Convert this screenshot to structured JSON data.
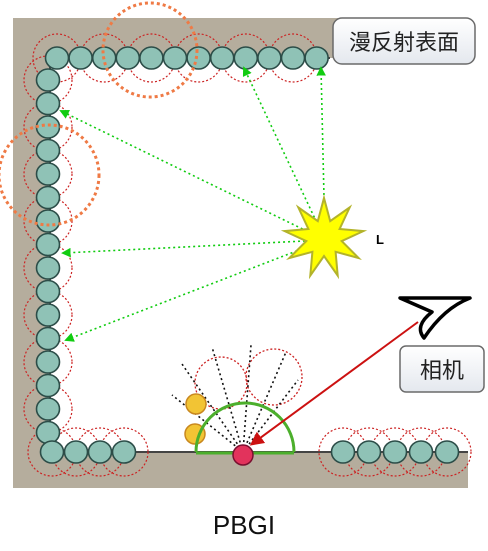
{
  "labels": {
    "surface": "漫反射表面",
    "light": "L",
    "camera": "相机",
    "caption": "PBGI"
  },
  "icons": {
    "light": "star-burst-icon",
    "camera": "eye-icon"
  },
  "colors": {
    "wall": "#b5ad9d",
    "bead_fill": "#8fc2b6",
    "bead_stroke": "#2c4d48",
    "cluster_ring": "#cc2222",
    "large_cluster": "#ef7a45",
    "light_fill": "#ffff00",
    "light_stroke": "#b3b32a",
    "rays": "#11cc11",
    "camera_ray": "#cc1111",
    "hemisphere": "#4caf2c",
    "shade_point": "#e2335c",
    "neighbor": "#f2c434",
    "callout_border": "#6a6a6a"
  }
}
